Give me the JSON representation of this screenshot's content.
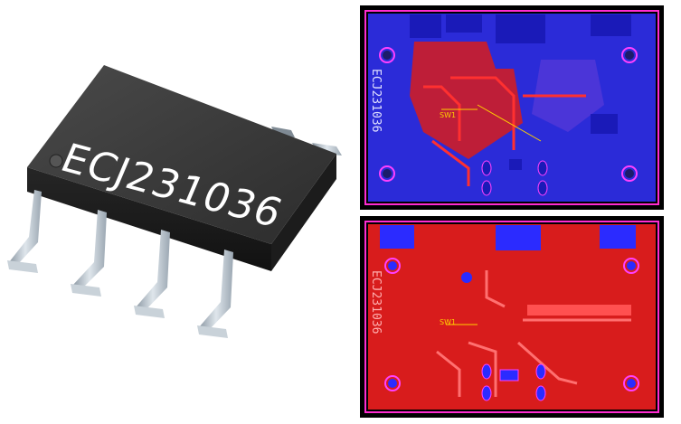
{
  "chip": {
    "marking": "ECJ231036",
    "pin_count": 8,
    "body_color": "#3a3a3a",
    "lead_color": "#b8c3cc"
  },
  "pcb_top": {
    "silkscreen": "ECJ231036",
    "switch_label": "SW1",
    "border_color": "#ff2bd1",
    "copper_color": "#e32020",
    "bottom_layer_color": "#2b2bff"
  },
  "pcb_bottom": {
    "silkscreen": "ECJ231036",
    "switch_label": "SW1",
    "border_color": "#ff2bd1",
    "copper_color": "#e32020"
  }
}
